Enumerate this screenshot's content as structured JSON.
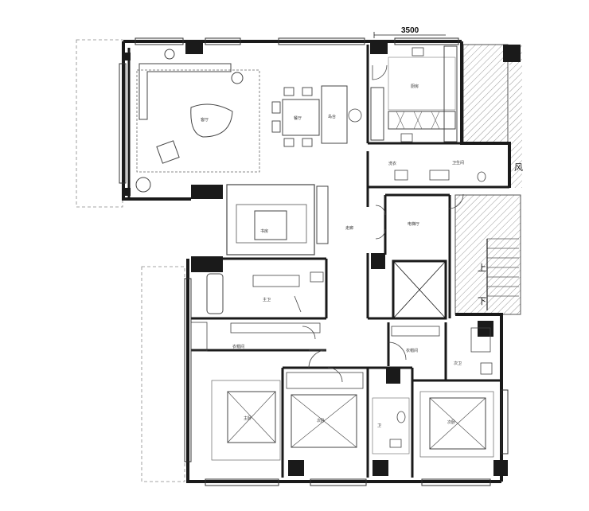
{
  "dimension": {
    "label": "3500"
  },
  "rooms": {
    "living": "客厅",
    "dining": "餐厅",
    "island": "岛台",
    "kitchen": "厨房",
    "corridor": "走廊",
    "study": "书房",
    "laundry": "洗衣",
    "guest_bath": "卫生间",
    "elevator_hall": "电梯厅",
    "bathroom_left": "主卫",
    "closet_left": "衣帽间",
    "bedroom_left": "主卧",
    "bedroom_mid": "次卧",
    "bathroom_mid": "卫",
    "closet_right": "衣帽间",
    "bathroom_right": "次卫",
    "bedroom_right": "次卧"
  },
  "stairs": {
    "up": "上",
    "down": "下"
  },
  "shaft_label": "风",
  "colors": {
    "wall": "#1a1a1a",
    "line": "#444444",
    "thin": "#777777",
    "hatch": "#999999"
  }
}
